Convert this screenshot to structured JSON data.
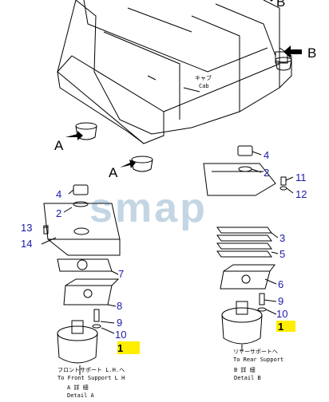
{
  "callouts": {
    "a_left": "A",
    "a_mid": "A",
    "b_top": "B",
    "b_right": "B"
  },
  "cab_label": {
    "jp": "キャブ",
    "en": "Cab"
  },
  "part_numbers": {
    "left": [
      "4",
      "2",
      "13",
      "14",
      "7",
      "8",
      "9",
      "10",
      "1"
    ],
    "right": [
      "4",
      "2",
      "11",
      "12",
      "3",
      "5",
      "6",
      "9",
      "10",
      "1"
    ]
  },
  "captions": {
    "detail_a": {
      "jp": "フロントサポート L.H.へ",
      "en": "To Front Support L H",
      "jp_title": "A 詳 細",
      "en_title": "Detail A"
    },
    "detail_b": {
      "jp": "リヤーサポートへ",
      "en": "To Rear Support",
      "jp_title": "B 詳 細",
      "en_title": "Detail B"
    }
  },
  "watermark": "smap",
  "colors": {
    "number_blue": "#1a1aa8",
    "highlight": "#ffee00",
    "watermark": "#2f6f9f"
  }
}
